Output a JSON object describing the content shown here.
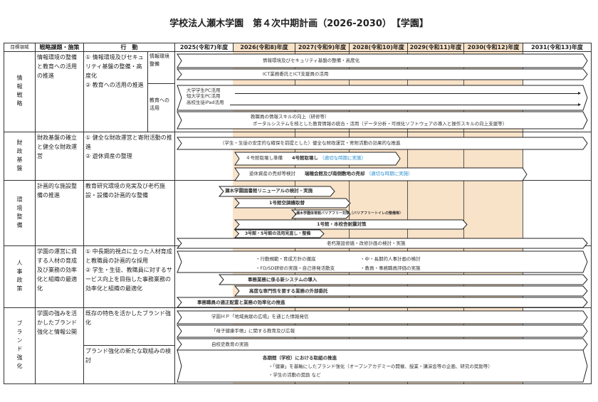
{
  "title": "学校法人瀬木学園　第４次中期計画（2026-2030）　【学園】",
  "headers": {
    "goal": "目標領域",
    "strategy": "戦略課題・施策",
    "action": "行　動",
    "years": [
      "2025(令和7)年度",
      "2026(令和8)年度",
      "2027(令和9)年度",
      "2028(令和10)年度",
      "2029(令和11)年度",
      "2030(令和12)年度",
      "2031(令和13)年度"
    ]
  },
  "sections": {
    "info": {
      "goal": "情報戦略",
      "strategy": "情報環境の整備と教育への活用の推進",
      "action": "① 情報環境及びセキュリティ基盤の整備・高度化\n② 教育への活用の推進",
      "sub1": "情報環境整備",
      "sub2": "教育への活用",
      "bars": [
        "情報環境及びセキュリティ基盤の整備・高度化",
        "ICT業務委託とICT支援員の活用"
      ],
      "use": [
        "大学学生PC活用",
        "短大学生PC活用",
        "高校生徒iPad活用"
      ],
      "skill": [
        "教職員の情報スキルの向上（研修等）",
        "ポータルシステムを核とした教育情報の統合・活用（データ分析・可視化ソフトウェアの導入と操作スキルの向上支援等）"
      ]
    },
    "finance": {
      "goal": "財政基盤",
      "strategy": "財政基盤の確立と健全な財政運営",
      "action": "① 健全な財政運営と寄附活動の推進\n② 遊休資産の整理",
      "bar1": "（学生・生徒の安定的な確保を前提とした）健全な財政運営・寄附活動の効果的な推進",
      "bar2a": "４号館取壊し準備",
      "bar2b": "4号館取壊し",
      "bar2c": "（適切な時期に実施）",
      "bar3a": "遊休資産の売却等検討",
      "bar3b": "瑞穂会館及び南側敷地の売却",
      "bar3c": "（適切な時期に実施）"
    },
    "env": {
      "goal": "環境整備",
      "strategy": "計画的な施設整備の推進",
      "action": "教育研究環境の充実及び老朽施設・設備の計画的な整備",
      "bars": [
        "瀬木学園図書館リニューアルの検討・実施",
        "1号館空調機取替",
        "瀬木学園体育館バリアフリー対策（バリアフリートイレの整備等）",
        "1号館・本校舎耐震対策",
        "3号館・5号館の活用見直し・整備",
        "老朽施設修繕・改修計画の検討・実施"
      ]
    },
    "hr": {
      "goal": "人事政策",
      "strategy": "学園の運営に資する人材の育成及び業務の効率化と組織の最適化",
      "action": "① 中長期的視点に立った人材育成と教職員の計画的な採用\n② 学生・生徒、教職員に対するサービス向上を目指した事務業務の効率化と組織の最適化",
      "points": [
        "・行動規範・育成方針の徹底",
        "・中・長期的人事計画の検討",
        "・FD/SD研修の実施・自己啓発活動支",
        "・教員・事務職員評価の実施"
      ],
      "bars": [
        "事務業務に係る新システムの導入",
        "高度な専門性を要する業務の外部委託",
        "事務職員の適正配置と業務の効率化の推進"
      ]
    },
    "brand": {
      "goal": "ブランド強化",
      "strategy": "学園の強みを活かしたブランド強化と情報公開",
      "action1": "既存の特色を活かしたブランド強化",
      "action2": "ブランド強化の新たな取組みの検討",
      "bars": [
        "学園ＨＰ「地域貢献の広場」を通じた情報発信",
        "「母子健康手帳」に関する教育及び広報",
        "自校史教育の実施"
      ],
      "new_title": "各期間（学校）における取組の推進",
      "new_items": [
        "・「健康」を基軸にしたブランド強化（オープンアカデミーの開催、授業・講演会等の企画、研究の奨励等）",
        "・学生の活動の奨励 など"
      ]
    }
  }
}
